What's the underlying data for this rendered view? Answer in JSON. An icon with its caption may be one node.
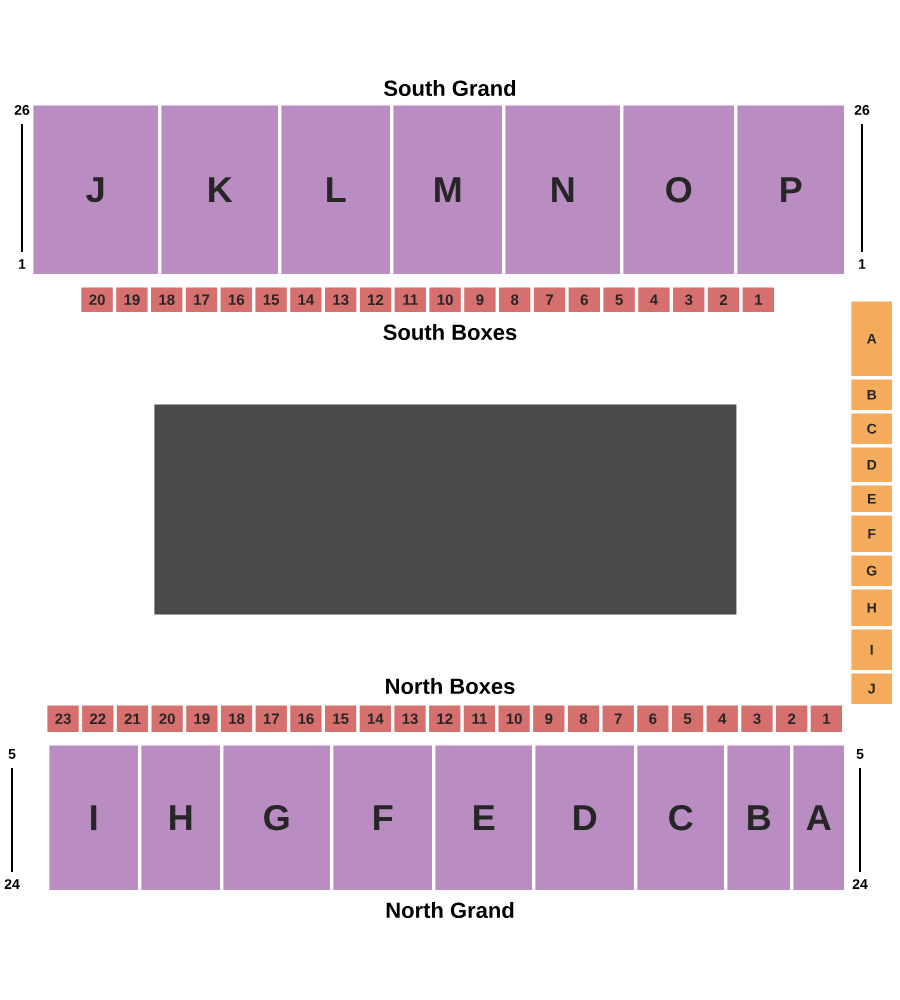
{
  "diagram": {
    "nodes": [
      {
        "text": [
          "J"
        ]
      },
      {
        "text": [
          "K"
        ]
      },
      {
        "text": [
          "L"
        ]
      },
      {
        "text": [
          "M"
        ]
      },
      {
        "text": [
          "N"
        ]
      },
      {
        "text": [
          "O"
        ]
      },
      {
        "text": [
          "P"
        ]
      },
      {
        "text": [
          "20"
        ]
      },
      {
        "text": [
          "19"
        ]
      },
      {
        "text": [
          "18"
        ]
      },
      {
        "text": [
          "17"
        ]
      },
      {
        "text": [
          "16"
        ]
      },
      {
        "text": [
          "15"
        ]
      },
      {
        "text": [
          "14"
        ]
      },
      {
        "text": [
          "13"
        ]
      },
      {
        "text": [
          "12"
        ]
      },
      {
        "text": [
          "11"
        ]
      },
      {
        "text": [
          "10"
        ]
      },
      {
        "text": [
          "9"
        ]
      },
      {
        "text": [
          "8"
        ]
      },
      {
        "text": [
          "7"
        ]
      },
      {
        "text": [
          "6"
        ]
      },
      {
        "text": [
          "5"
        ]
      },
      {
        "text": [
          "4"
        ]
      },
      {
        "text": [
          "3"
        ]
      },
      {
        "text": [
          "2"
        ]
      },
      {
        "text": [
          "1"
        ]
      },
      {
        "text": [],
        "shape": "box"
      },
      {
        "text": [
          "A"
        ]
      },
      {
        "text": [
          "B"
        ]
      },
      {
        "text": [
          "C"
        ]
      },
      {
        "text": [
          "D"
        ]
      },
      {
        "text": [
          "E"
        ]
      },
      {
        "text": [
          "F"
        ]
      },
      {
        "text": [
          "G"
        ]
      },
      {
        "text": [
          "H"
        ]
      },
      {
        "text": [
          "I"
        ]
      },
      {
        "text": [
          "J"
        ]
      },
      {
        "text": [
          "23"
        ]
      },
      {
        "text": [
          "22"
        ]
      },
      {
        "text": [
          "21"
        ]
      },
      {
        "text": [
          "20"
        ]
      },
      {
        "text": [
          "19"
        ]
      },
      {
        "text": [
          "18"
        ]
      },
      {
        "text": [
          "17"
        ]
      },
      {
        "text": [
          "16"
        ]
      },
      {
        "text": [
          "15"
        ]
      },
      {
        "text": [
          "14"
        ]
      },
      {
        "text": [
          "13"
        ]
      },
      {
        "text": [
          "12"
        ]
      },
      {
        "text": [
          "11"
        ]
      },
      {
        "text": [
          "10"
        ]
      },
      {
        "text": [
          "9"
        ]
      },
      {
        "text": [
          "8"
        ]
      },
      {
        "text": [
          "7"
        ]
      },
      {
        "text": [
          "6"
        ]
      },
      {
        "text": [
          "5"
        ]
      },
      {
        "text": [
          "4"
        ]
      },
      {
        "text": [
          "3"
        ]
      },
      {
        "text": [
          "2"
        ]
      },
      {
        "text": [
          "1"
        ]
      },
      {
        "text": [
          "I"
        ]
      },
      {
        "text": [
          "H"
        ]
      },
      {
        "text": [
          "G"
        ]
      },
      {
        "text": [
          "F"
        ]
      },
      {
        "text": [
          "E"
        ]
      },
      {
        "text": [
          "D"
        ]
      },
      {
        "text": [
          "C"
        ]
      },
      {
        "text": [
          "B"
        ]
      },
      {
        "text": [
          "A"
        ]
      }
    ],
    "labels": [
      "26",
      "South Grand",
      "26",
      "1",
      "1",
      "South Boxes",
      "North Boxes",
      "5",
      "5",
      "24",
      "24",
      "North Grand"
    ]
  }
}
